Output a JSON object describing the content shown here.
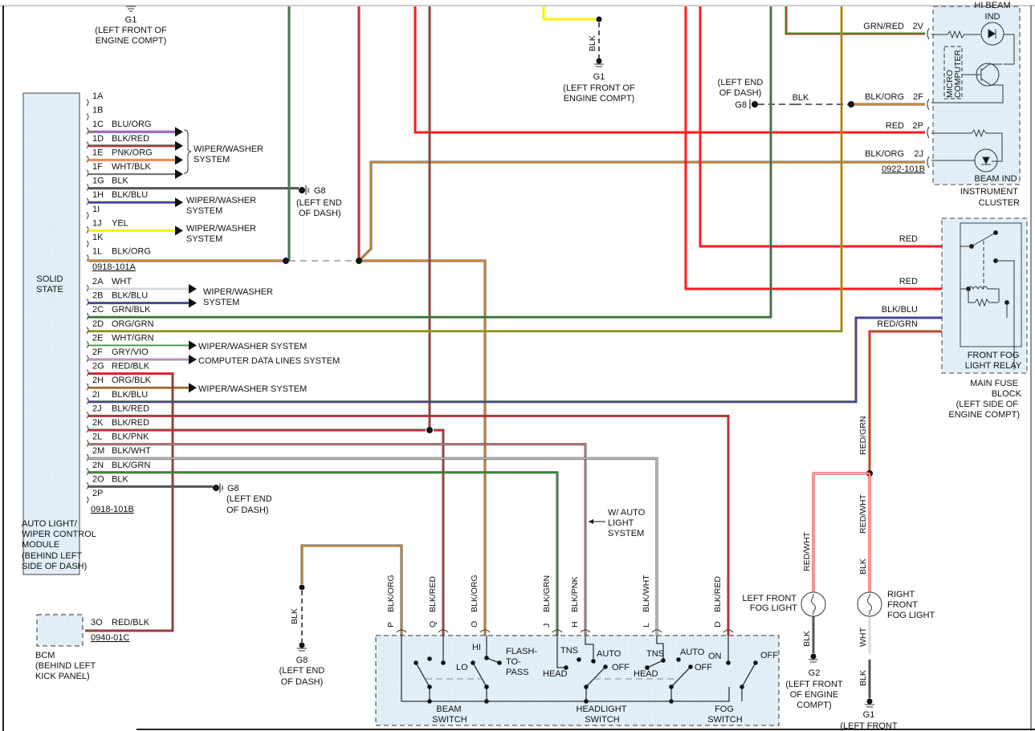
{
  "colors": {
    "BLK": "#555555",
    "RED": "#ff1a1a",
    "GRN": "#2e9a2e",
    "ORG": "#f39422",
    "BLU": "#3b3bd6",
    "PNK": "#f08080",
    "WHT": "#d8d8d8",
    "YEL": "#f5f500",
    "GRY": "#9a9a9a",
    "VIO": "#e080e0",
    "box_fill": "#dceef8",
    "text": "#111111"
  },
  "module": {
    "name_lines": [
      "SOLID",
      "STATE"
    ],
    "caption_lines": [
      "AUTO LIGHT/",
      "WIPER CONTROL",
      "MODULE",
      "(BEHIND LEFT",
      "SIDE OF DASH)"
    ],
    "connector_a": "0918-101A",
    "connector_b": "0918-101B",
    "pins": [
      {
        "pin": "1A",
        "wire": ""
      },
      {
        "pin": "1B",
        "wire": ""
      },
      {
        "pin": "1C",
        "wire": "BLU/ORG"
      },
      {
        "pin": "1D",
        "wire": "BLK/RED"
      },
      {
        "pin": "1E",
        "wire": "PNK/ORG"
      },
      {
        "pin": "1F",
        "wire": "WHT/BLK"
      },
      {
        "pin": "1G",
        "wire": "BLK"
      },
      {
        "pin": "1H",
        "wire": "BLK/BLU"
      },
      {
        "pin": "1I",
        "wire": ""
      },
      {
        "pin": "1J",
        "wire": "YEL"
      },
      {
        "pin": "1K",
        "wire": ""
      },
      {
        "pin": "1L",
        "wire": "BLK/ORG"
      },
      {
        "pin": "2A",
        "wire": "WHT"
      },
      {
        "pin": "2B",
        "wire": "BLK/BLU"
      },
      {
        "pin": "2C",
        "wire": "GRN/BLK"
      },
      {
        "pin": "2D",
        "wire": "ORG/GRN"
      },
      {
        "pin": "2E",
        "wire": "WHT/GRN"
      },
      {
        "pin": "2F",
        "wire": "GRY/VIO"
      },
      {
        "pin": "2G",
        "wire": "RED/BLK"
      },
      {
        "pin": "2H",
        "wire": "ORG/BLK"
      },
      {
        "pin": "2I",
        "wire": "BLK/BLU"
      },
      {
        "pin": "2J",
        "wire": "BLK/RED"
      },
      {
        "pin": "2K",
        "wire": "BLK/RED"
      },
      {
        "pin": "2L",
        "wire": "BLK/PNK"
      },
      {
        "pin": "2M",
        "wire": "BLK/WHT"
      },
      {
        "pin": "2N",
        "wire": "BLK/GRN"
      },
      {
        "pin": "2O",
        "wire": "BLK"
      },
      {
        "pin": "2P",
        "wire": ""
      }
    ]
  },
  "destinations": {
    "wiper_washer_system_lines": [
      "WIPER/WASHER",
      "SYSTEM"
    ],
    "wiper_washer_system": "WIPER/WASHER SYSTEM",
    "computer_data_lines": "COMPUTER DATA LINES SYSTEM"
  },
  "grounds": {
    "g1_top": {
      "id": "G1",
      "lines": [
        "(LEFT FRONT OF",
        "ENGINE COMPT)"
      ]
    },
    "g1_mid": {
      "id": "G1",
      "wire": "BLK",
      "lines": [
        "(LEFT FRONT OF",
        "ENGINE COMPT)"
      ]
    },
    "g8_1g": {
      "id": "G8",
      "lines": [
        "(LEFT END",
        "OF DASH)"
      ]
    },
    "g8_2o": {
      "id": "G8",
      "lines": [
        "(LEFT END",
        "OF DASH)"
      ]
    },
    "g8_dash": {
      "id": "G8",
      "wire": "BLK",
      "lines": [
        "(LEFT END",
        "OF DASH)"
      ]
    },
    "g8_bottom": {
      "id": "G8",
      "wire": "BLK",
      "lines": [
        "(LEFT END",
        "OF DASH)"
      ]
    },
    "g2": {
      "id": "G2",
      "wire": "BLK",
      "lines": [
        "(LEFT FRONT",
        "OF ENGINE",
        "COMPT)"
      ]
    },
    "g1_bottom": {
      "id": "G1",
      "wire": "BLK",
      "lines": [
        "(LEFT FRONT"
      ]
    }
  },
  "bcm": {
    "name": "BCM",
    "caption_lines": [
      "(BEHIND LEFT",
      "KICK PANEL)"
    ],
    "pin": "3O",
    "wire": "RED/BLK",
    "connector": "0940-01C"
  },
  "cluster": {
    "caption_lines": [
      "INSTRUMENT",
      "CLUSTER"
    ],
    "hi_beam_lines": [
      "HI BEAM",
      "IND"
    ],
    "beam_ind": "BEAM IND",
    "micro_lines": [
      "MICRO",
      "COMPUTER"
    ],
    "connector": "0922-101B",
    "pins": [
      {
        "pin": "2V",
        "wire": "GRN/RED"
      },
      {
        "pin": "2F",
        "wire": "BLK/ORG"
      },
      {
        "pin": "2P",
        "wire": "RED"
      },
      {
        "pin": "2J",
        "wire": "BLK/ORG"
      }
    ]
  },
  "relay": {
    "name_lines": [
      "FRONT FOG",
      "LIGHT RELAY"
    ],
    "block_lines": [
      "MAIN FUSE",
      "BLOCK",
      "(LEFT SIDE OF",
      "ENGINE COMPT)"
    ],
    "wires": [
      "RED",
      "RED",
      "BLK/BLU",
      "RED/GRN"
    ]
  },
  "switch": {
    "pins": [
      {
        "pin": "P",
        "wire": "BLK/ORG"
      },
      {
        "pin": "Q",
        "wire": "BLK/RED"
      },
      {
        "pin": "O",
        "wire": "BLK/ORG"
      },
      {
        "pin": "J",
        "wire": "BLK/GRN"
      },
      {
        "pin": "H",
        "wire": "BLK/PNK"
      },
      {
        "pin": "L",
        "wire": "BLK/WHT"
      },
      {
        "pin": "D",
        "wire": "BLK/RED"
      }
    ],
    "beam_lines": [
      "BEAM",
      "SWITCH"
    ],
    "headlight_lines": [
      "HEADLIGHT",
      "SWITCH"
    ],
    "fog_lines": [
      "FOG",
      "SWITCH"
    ],
    "positions": {
      "hi": "HI",
      "lo": "LO",
      "flash": [
        "FLASH-",
        "TO-",
        "PASS"
      ],
      "tns": "TNS",
      "auto": "AUTO",
      "off": "OFF",
      "head": "HEAD",
      "on": "ON"
    },
    "auto_note_lines": [
      "W/ AUTO",
      "LIGHT",
      "SYSTEM"
    ]
  },
  "fog_lights": {
    "left_lines": [
      "LEFT FRONT",
      "FOG LIGHT"
    ],
    "right_lines": [
      "RIGHT",
      "FRONT",
      "FOG LIGHT"
    ],
    "wires": {
      "main": "RED/GRN",
      "left": "RED/WHT",
      "right": "RED/WHT",
      "left_gnd": "BLK",
      "right_mid": "BLK",
      "right_wht": "WHT",
      "right_gnd": "BLK"
    }
  }
}
